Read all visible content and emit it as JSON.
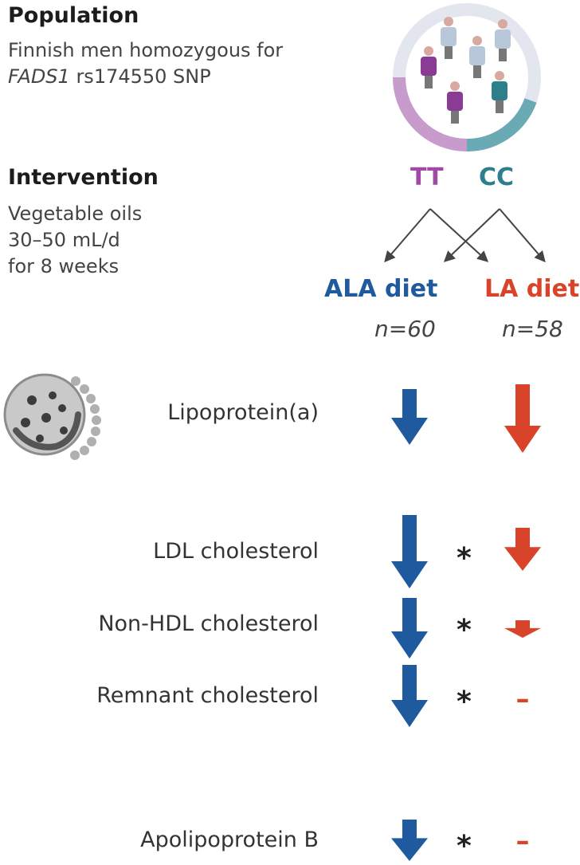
{
  "population": {
    "heading": "Population",
    "line1": "Finnish men homozygous for",
    "gene": "FADS1",
    "snp": " rs174550 SNP"
  },
  "intervention": {
    "heading": "Intervention",
    "lines": [
      "Vegetable oils",
      "30–50 mL/d",
      "for 8 weeks"
    ]
  },
  "genotypes": {
    "tt": {
      "label": "TT",
      "color": "#a04aa6"
    },
    "cc": {
      "label": "CC",
      "color": "#2e7f8c"
    }
  },
  "diets": {
    "ala": {
      "label": "ALA diet",
      "n": "n=60",
      "color": "#1f5a9e"
    },
    "la": {
      "label": "LA diet",
      "n": "n=58",
      "color": "#d9432a"
    }
  },
  "outcomes": [
    {
      "label": "Lipoprotein(a)",
      "ala": "down",
      "la": "down",
      "star": ""
    },
    {
      "label": "LDL cholesterol",
      "ala": "down",
      "la": "down",
      "star": "*"
    },
    {
      "label": "Non-HDL cholesterol",
      "ala": "down",
      "la": "down",
      "star": "*"
    },
    {
      "label": "Remnant cholesterol",
      "ala": "down",
      "la": "none",
      "star": "*"
    },
    {
      "label": "Apolipoprotein B",
      "ala": "down",
      "la": "none",
      "star": "*"
    }
  ],
  "no_change_symbol": "–"
}
